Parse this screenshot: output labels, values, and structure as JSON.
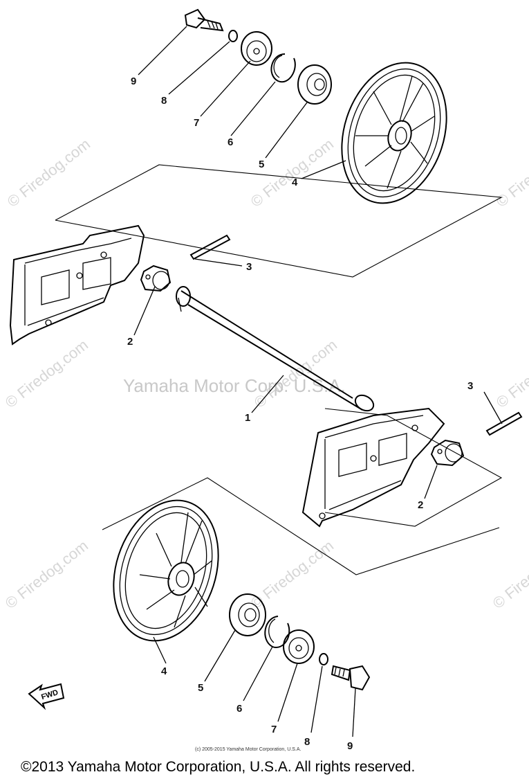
{
  "watermark_text": "© Firedog.com",
  "center_watermark": "Yamaha Motor Corp. U.S.A.",
  "fine_print": "(c) 2005-2015 Yamaha Motor Corporation, U.S.A.",
  "copyright": "©2013 Yamaha Motor Corporation, U.S.A. All rights reserved.",
  "fwd_label": "FWD",
  "callouts": {
    "upper": {
      "c9": "9",
      "c8": "8",
      "c7": "7",
      "c6": "6",
      "c5": "5",
      "c4": "4",
      "c3": "3",
      "c2": "2"
    },
    "middle": {
      "c1": "1",
      "c3": "3",
      "c2": "2"
    },
    "lower": {
      "c4": "4",
      "c5": "5",
      "c6": "6",
      "c7": "7",
      "c8": "8",
      "c9": "9"
    }
  }
}
